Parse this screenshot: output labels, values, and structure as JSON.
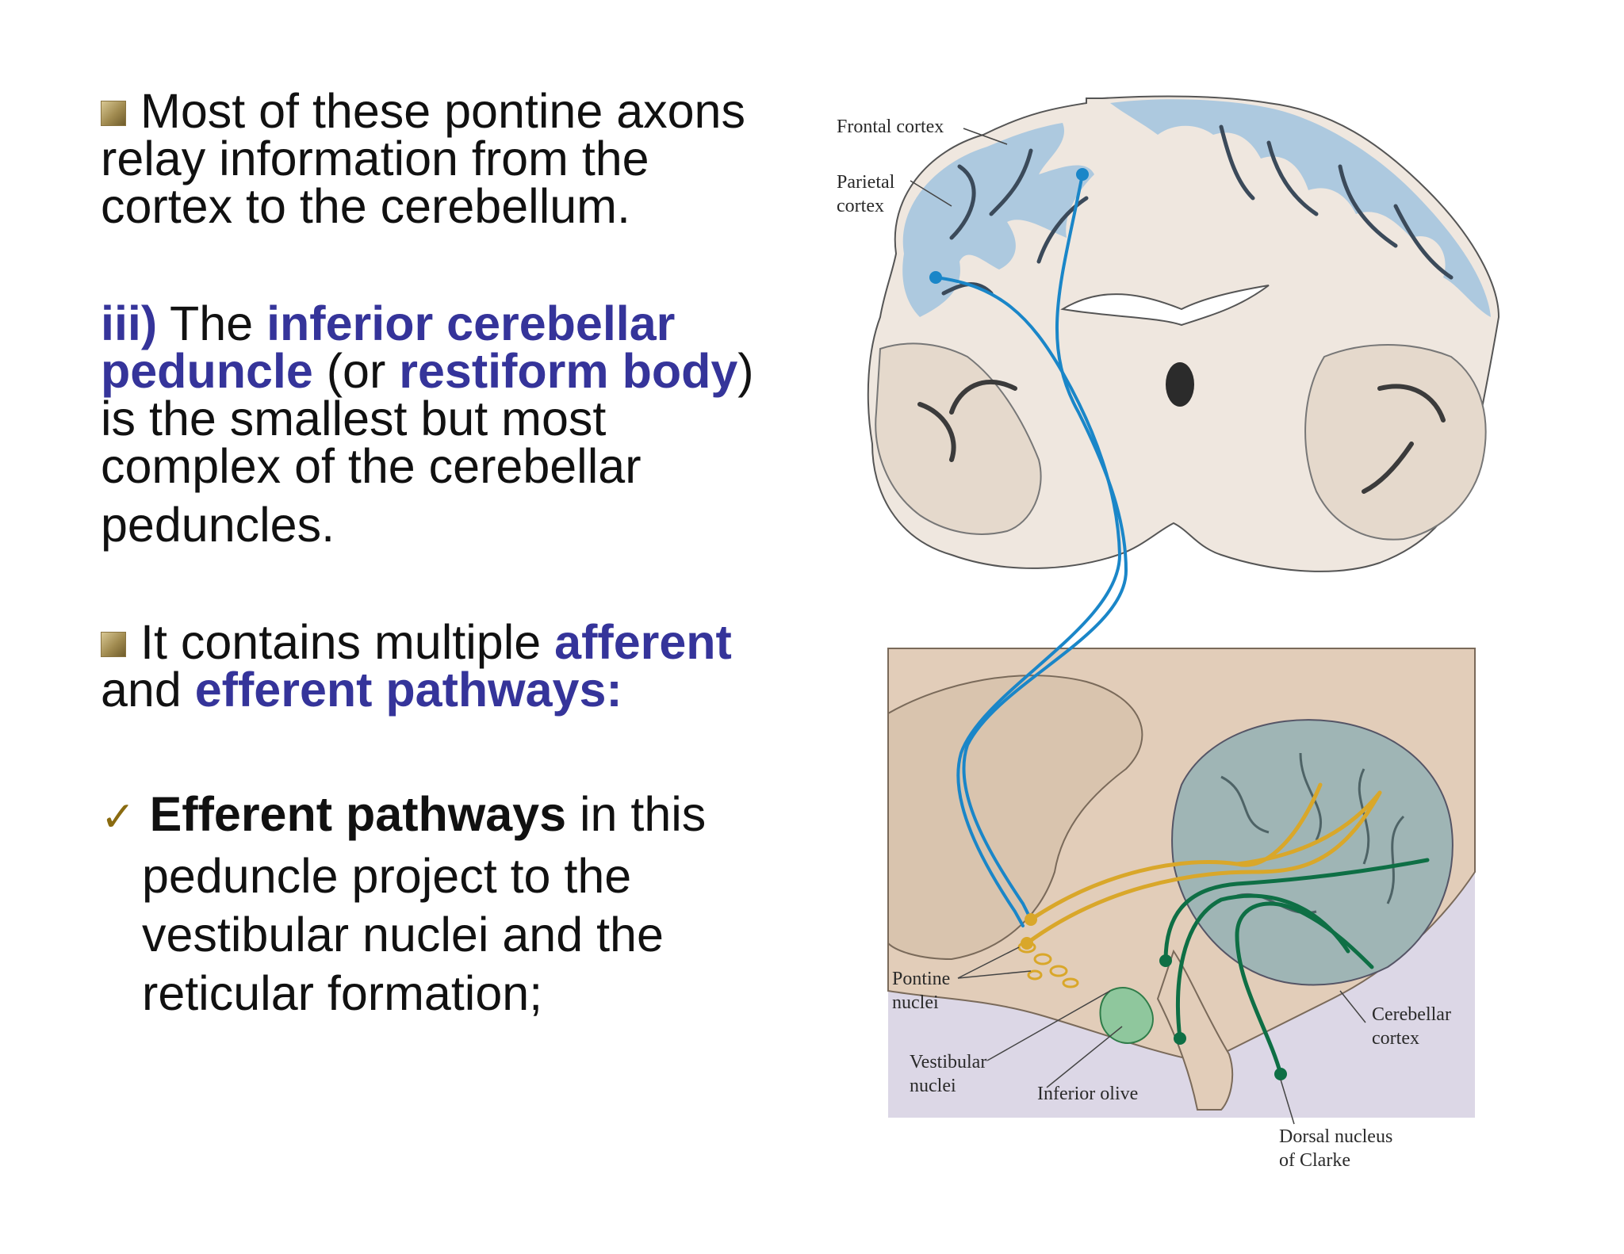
{
  "text": {
    "p1": "Most of these pontine axons relay information from the cortex to the cerebellum.",
    "p2": {
      "lead": "iii)",
      "t1": " The ",
      "b1": "inferior cerebellar peduncle",
      "t2": " (or ",
      "b2": "restiform body",
      "t3": ") is the smallest but most complex of the cerebellar",
      "t4": "peduncles."
    },
    "p3": {
      "t1": "It contains multiple ",
      "b1": "afferent",
      "t2": "and ",
      "b2": "efferent pathways:"
    },
    "p4": {
      "check": "✓",
      "b1": "Efferent pathways",
      "t1": " in this",
      "t2": "peduncle project to the",
      "t3": "vestibular nuclei and the",
      "t4": "reticular formation;"
    }
  },
  "figure": {
    "labels": {
      "frontal": "Frontal cortex",
      "parietal1": "Parietal",
      "parietal2": "cortex",
      "pontine1": "Pontine",
      "pontine2": "nuclei",
      "vestibular1": "Vestibular",
      "vestibular2": "nuclei",
      "olive": "Inferior olive",
      "cerebellar1": "Cerebellar",
      "cerebellar2": "cortex",
      "dorsal1": "Dorsal nucleus",
      "dorsal2": "of Clarke"
    },
    "colors": {
      "cortex_gray": "#a9c7de",
      "white_matter": "#efe7df",
      "cortical_pathway": "#1a86c8",
      "pontine_pathway": "#d9a72a",
      "spinocerebellar_pathway": "#0e6f45",
      "cerebellum": "#9fb5b5",
      "brainstem": "#e2cdb9"
    }
  }
}
